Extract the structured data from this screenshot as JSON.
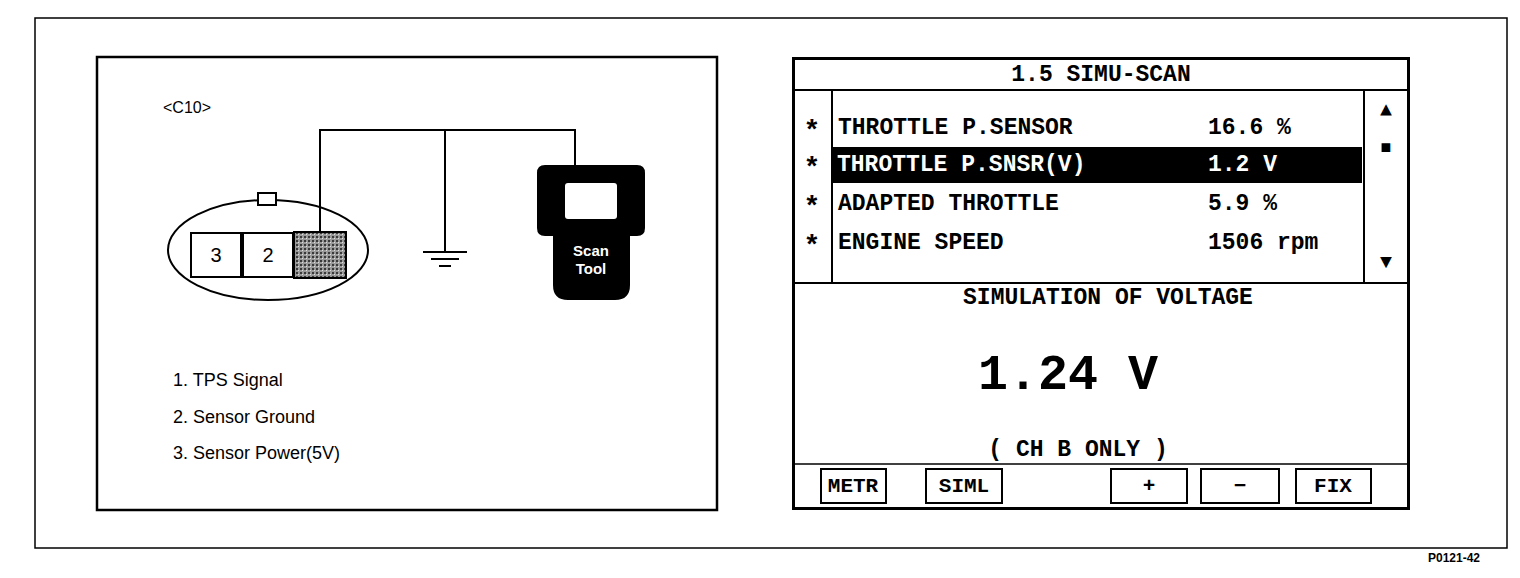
{
  "diagram": {
    "caption": "P0121-42",
    "nodes": [
      {
        "text": [
          "3"
        ]
      },
      {
        "text": [
          "2"
        ]
      },
      {
        "text": [
          "Scan Tool"
        ]
      },
      {
        "text": [
          "1.5 SIMU-SCAN"
        ]
      },
      {
        "text": [
          "THROTTLE P.SNSR(V)",
          "1.2 V"
        ],
        "in": 3
      },
      {
        "text": [
          "METR"
        ],
        "in": 3
      },
      {
        "text": [
          "SIML"
        ],
        "in": 3
      },
      {
        "text": [
          "+"
        ],
        "in": 3
      },
      {
        "text": [
          "−"
        ],
        "in": 3
      },
      {
        "text": [
          "FIX"
        ],
        "in": 3
      }
    ],
    "labels": [
      "<C10>",
      "1. TPS Signal",
      "2. Sensor Ground",
      "3. Sensor Power(5V)",
      "*",
      "THROTTLE P.SENSOR",
      "16.6 %",
      "*",
      "*",
      "ADAPTED THROTTLE",
      "5.9 %",
      "*",
      "ENGINE SPEED",
      "1506 rpm",
      "▲",
      "■",
      "▼",
      "SIMULATION OF VOLTAGE",
      "1.24 V",
      "( CH B ONLY )"
    ]
  }
}
